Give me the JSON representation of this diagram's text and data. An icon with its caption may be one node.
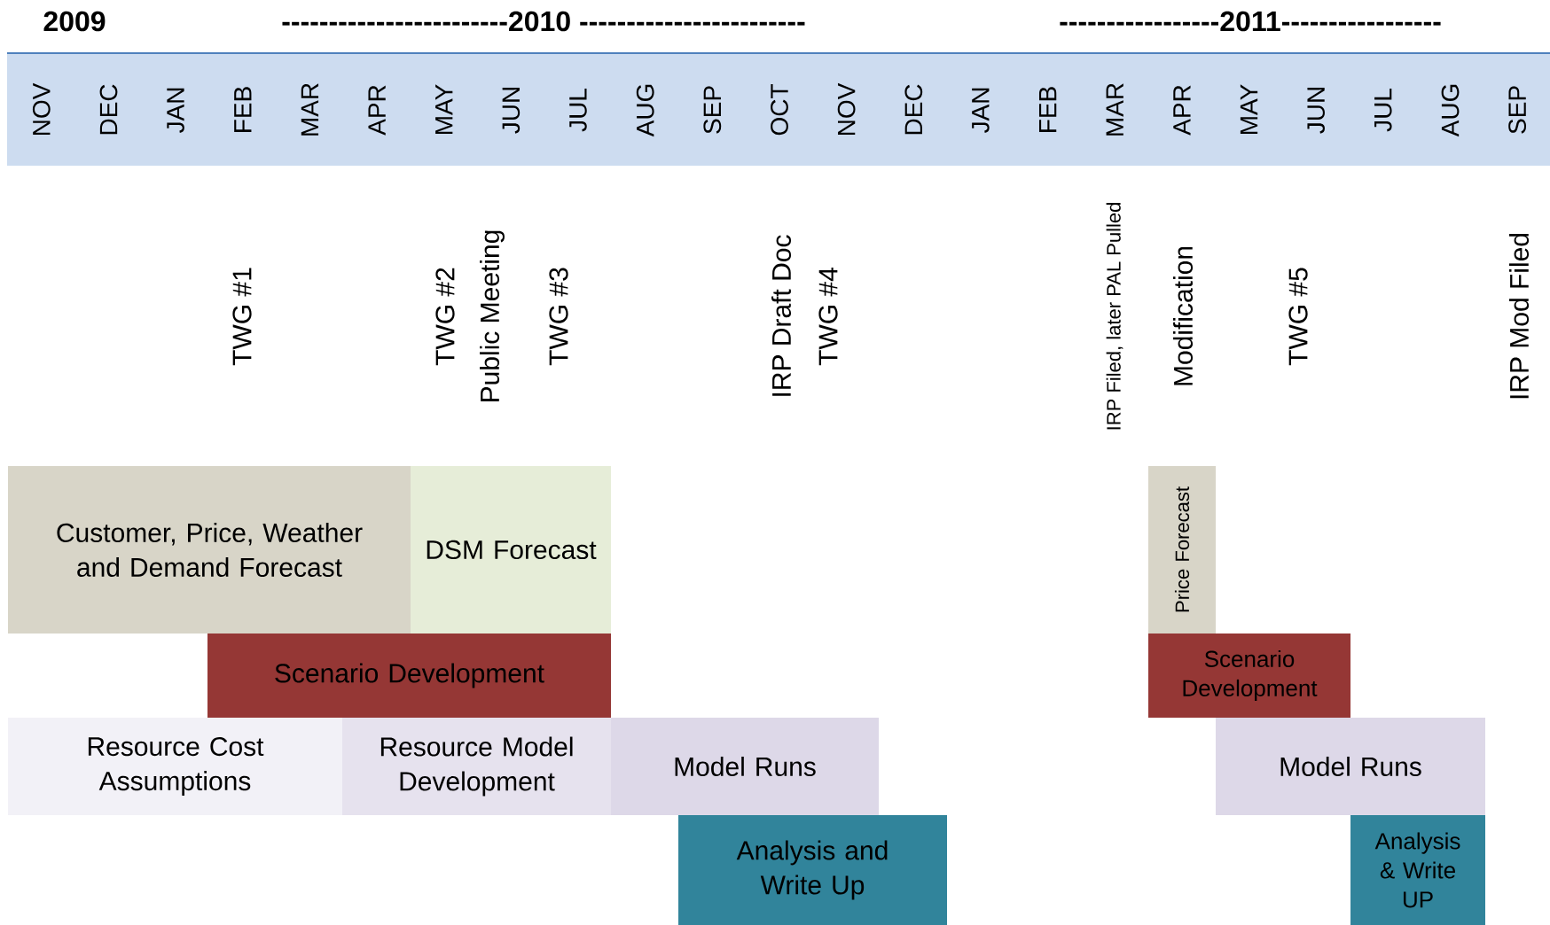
{
  "diagram": {
    "nodes": [
      {
        "text": [
          "Customer, Price, Weather and Demand Forecast"
        ]
      },
      {
        "text": [
          "DSM Forecast"
        ]
      },
      {
        "text": [
          "Scenario Development"
        ]
      },
      {
        "text": [
          "Resource Cost Assumptions"
        ]
      },
      {
        "text": [
          "Resource Model Development"
        ]
      },
      {
        "text": [
          "Model Runs"
        ]
      },
      {
        "text": [
          "Analysis and Write Up"
        ]
      },
      {
        "text": [
          "Price Forecast"
        ]
      },
      {
        "text": [
          "Scenario Development"
        ]
      },
      {
        "text": [
          "Model Runs"
        ]
      },
      {
        "text": [
          "Analysis & Write UP"
        ]
      }
    ],
    "labels": [
      "2009",
      "------------------------2010 ------------------------",
      "-----------------2011-----------------",
      "NOV",
      "DEC",
      "JAN",
      "FEB",
      "MAR",
      "APR",
      "MAY",
      "JUN",
      "JUL",
      "AUG",
      "SEP",
      "OCT",
      "NOV",
      "DEC",
      "JAN",
      "FEB",
      "MAR",
      "APR",
      "MAY",
      "JUN",
      "JUL",
      "AUG",
      "SEP",
      "TWG  #1",
      "TWG  #2",
      "Public Meeting",
      "TWG  #3",
      "IRP Draft Doc",
      "TWG  #4",
      "IRP Filed, later PAL Pulled",
      "Modification",
      "TWG  #5",
      "IRP Mod Filed"
    ]
  }
}
